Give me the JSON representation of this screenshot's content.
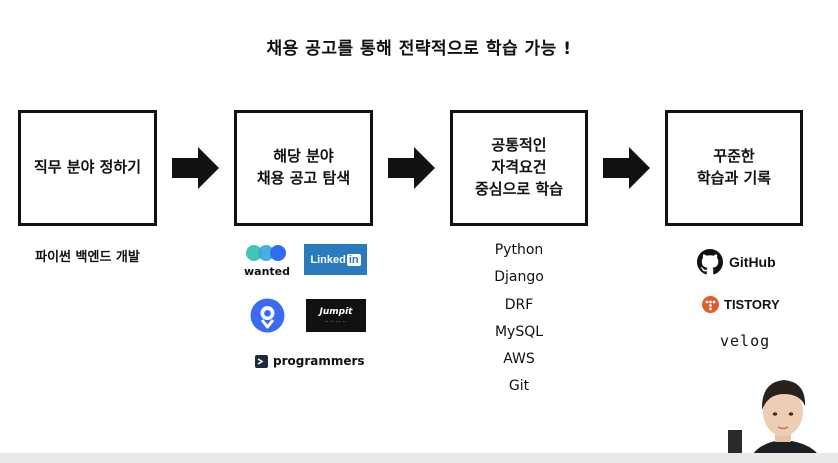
{
  "title": "채용 공고를 통해 전략적으로 학습 가능 !",
  "steps": [
    {
      "label": "직무 분야 정하기"
    },
    {
      "label": "해당 분야\n채용 공고 탐색"
    },
    {
      "label": "공통적인\n자격요건\n중심으로 학습"
    },
    {
      "label": "꾸준한\n학습과 기록"
    }
  ],
  "step1_caption": "파이썬 백엔드 개발",
  "job_sites": {
    "wanted": "wanted",
    "linkedin_text": "Linked",
    "linkedin_in": "in",
    "jumpit": "Jumpit",
    "programmers": "programmers"
  },
  "skills": [
    "Python",
    "Django",
    "DRF",
    "MySQL",
    "AWS",
    "Git"
  ],
  "record_tools": {
    "github": "GitHub",
    "tistory": "TISTORY",
    "velog": "velog"
  },
  "colors": {
    "linkedin": "#2a7bbd",
    "wanted_teal": "#3fc6b4",
    "wanted_blue": "#2f6cf0",
    "tistory": "#e05c2a",
    "remember_blue": "#3a6bf0"
  }
}
